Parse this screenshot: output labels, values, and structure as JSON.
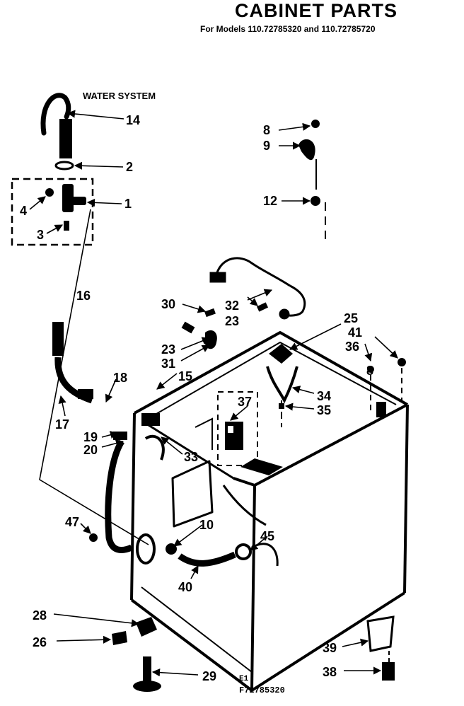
{
  "title": "CABINET PARTS",
  "subtitle": "For Models 110.72785320 and 110.72785720",
  "section_label": "WATER SYSTEM",
  "footer": {
    "code1": "E1",
    "code2": "F72785320"
  },
  "callouts": [
    {
      "id": "c14",
      "text": "14"
    },
    {
      "id": "c2",
      "text": "2"
    },
    {
      "id": "c1",
      "text": "1"
    },
    {
      "id": "c4",
      "text": "4"
    },
    {
      "id": "c3",
      "text": "3"
    },
    {
      "id": "c8a",
      "text": "8"
    },
    {
      "id": "c9",
      "text": "9"
    },
    {
      "id": "c12",
      "text": "12"
    },
    {
      "id": "c16",
      "text": "16"
    },
    {
      "id": "c30",
      "text": "30"
    },
    {
      "id": "c32",
      "text": "32"
    },
    {
      "id": "c23a",
      "text": "23"
    },
    {
      "id": "c25",
      "text": "25"
    },
    {
      "id": "c41",
      "text": "41"
    },
    {
      "id": "c36",
      "text": "36"
    },
    {
      "id": "c23b",
      "text": "23"
    },
    {
      "id": "c31",
      "text": "31"
    },
    {
      "id": "c15",
      "text": "15"
    },
    {
      "id": "c8b",
      "text": "8"
    },
    {
      "id": "c18",
      "text": "18"
    },
    {
      "id": "c34",
      "text": "34"
    },
    {
      "id": "c35",
      "text": "35"
    },
    {
      "id": "c37",
      "text": "37"
    },
    {
      "id": "c17",
      "text": "17"
    },
    {
      "id": "c19",
      "text": "19"
    },
    {
      "id": "c20",
      "text": "20"
    },
    {
      "id": "c33",
      "text": "33"
    },
    {
      "id": "c47",
      "text": "47"
    },
    {
      "id": "c10",
      "text": "10"
    },
    {
      "id": "c45",
      "text": "45"
    },
    {
      "id": "c40",
      "text": "40"
    },
    {
      "id": "c28",
      "text": "28"
    },
    {
      "id": "c26",
      "text": "26"
    },
    {
      "id": "c39",
      "text": "39"
    },
    {
      "id": "c29",
      "text": "29"
    },
    {
      "id": "c38",
      "text": "38"
    }
  ]
}
